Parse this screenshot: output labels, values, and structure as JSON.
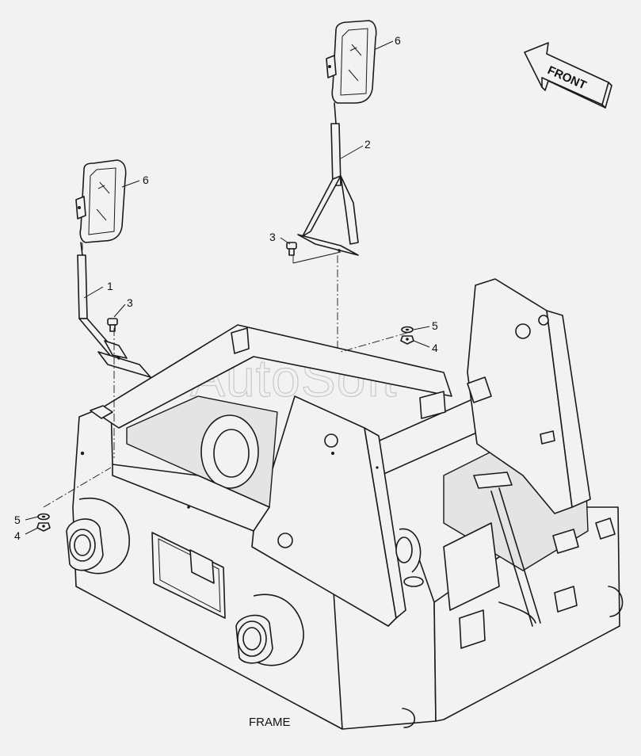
{
  "diagram": {
    "caption": "FRAME",
    "watermark": "AutoSoft",
    "direction_label": "FRONT",
    "callouts": [
      {
        "id": "c1",
        "label": "1"
      },
      {
        "id": "c2",
        "label": "2"
      },
      {
        "id": "c3a",
        "label": "3"
      },
      {
        "id": "c3b",
        "label": "3"
      },
      {
        "id": "c4a",
        "label": "4"
      },
      {
        "id": "c4b",
        "label": "4"
      },
      {
        "id": "c5a",
        "label": "5"
      },
      {
        "id": "c5b",
        "label": "5"
      },
      {
        "id": "c6a",
        "label": "6"
      },
      {
        "id": "c6b",
        "label": "6"
      }
    ]
  }
}
